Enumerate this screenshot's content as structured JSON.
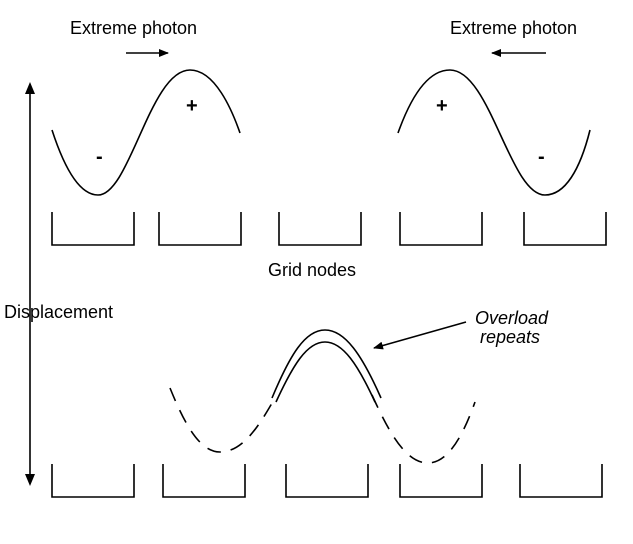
{
  "labels": {
    "photon_left": "Extreme photon",
    "photon_right": "Extreme photon",
    "plus_left": "+",
    "minus_left": "-",
    "plus_right": "+",
    "minus_right": "-",
    "grid_nodes": "Grid nodes",
    "displacement": "Displacement",
    "overload_line1": "Overload",
    "overload_line2": "repeats"
  }
}
